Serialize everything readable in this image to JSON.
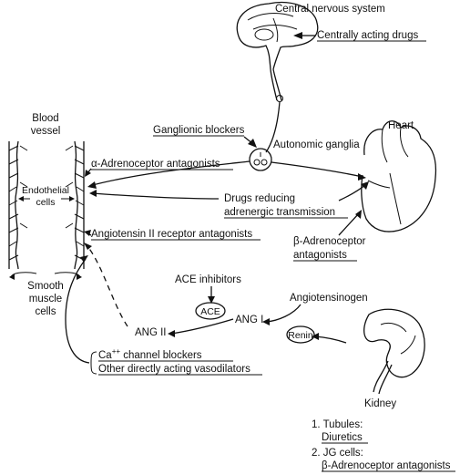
{
  "organs": {
    "cns": "Central nervous system",
    "blood_vessel_line1": "Blood",
    "blood_vessel_line2": "vessel",
    "heart": "Heart",
    "kidney": "Kidney",
    "autonomic_ganglia": "Autonomic ganglia",
    "endothelial_line1": "Endothelial",
    "endothelial_line2": "cells",
    "smooth_line1": "Smooth",
    "smooth_line2": "muscle",
    "smooth_line3": "cells"
  },
  "drugs": {
    "centrally_acting": "Centrally acting drugs",
    "ganglionic_blockers": "Ganglionic blockers",
    "alpha_antagonists": "α-Adrenoceptor antagonists",
    "reducing_line1": "Drugs reducing",
    "reducing_line2": "adrenergic transmission",
    "beta_antagonists_line1": "β-Adrenoceptor",
    "beta_antagonists_line2": "antagonists",
    "angiotensin_receptor": "Angiotensin II receptor antagonists",
    "ace_inhibitors": "ACE inhibitors",
    "ca_blockers_prefix": "Ca",
    "ca_blockers_sup": "++",
    "ca_blockers_suffix": " channel blockers",
    "direct_vasodilators": "Other directly acting vasodilators"
  },
  "raas": {
    "ace": "ACE",
    "ang_ii": "ANG II",
    "ang_i": "ANG I",
    "renin": "Renin",
    "angiotensinogen": "Angiotensinogen"
  },
  "kidney_notes": {
    "item1": "1. Tubules:",
    "item1_drug": "Diuretics",
    "item2": "2. JG cells:",
    "item2_drug": "β-Adrenoceptor antagonists"
  }
}
